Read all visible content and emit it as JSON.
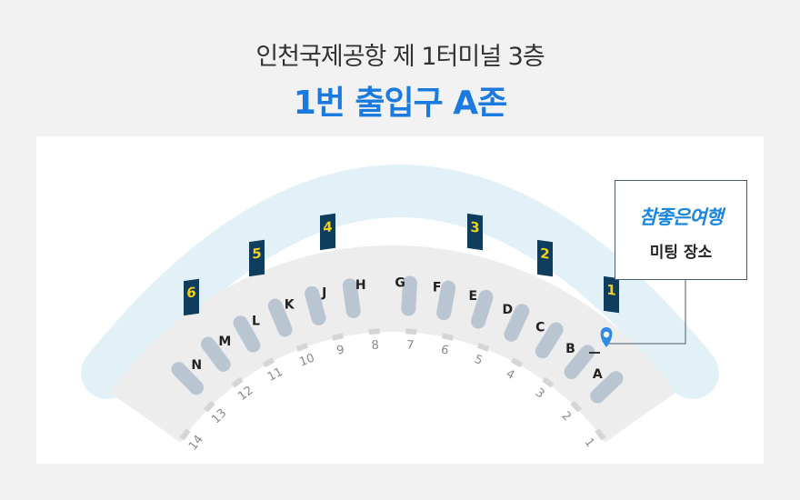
{
  "header": {
    "subtitle": "인천국제공항 제 1터미널 3층",
    "title": "1번 출입구 A존"
  },
  "gates": [
    "6",
    "5",
    "4",
    "3",
    "2",
    "1"
  ],
  "counters": [
    "N",
    "M",
    "L",
    "K",
    "J",
    "H",
    "G",
    "F",
    "E",
    "D",
    "C",
    "B",
    "A"
  ],
  "doors": [
    "14",
    "13",
    "12",
    "11",
    "10",
    "9",
    "8",
    "7",
    "6",
    "5",
    "4",
    "3",
    "2",
    "1"
  ],
  "callout": {
    "brand": "참좋은여행",
    "label": "미팅 장소"
  },
  "colors": {
    "accent": "#1a7ae0",
    "outer_band": "#e2f0f8",
    "floor": "#ededed",
    "counter": "#b9c6d1",
    "gate_flag": "#0e3d5e",
    "gate_number": "#f2cf1d",
    "marker": "#2d8be6"
  }
}
